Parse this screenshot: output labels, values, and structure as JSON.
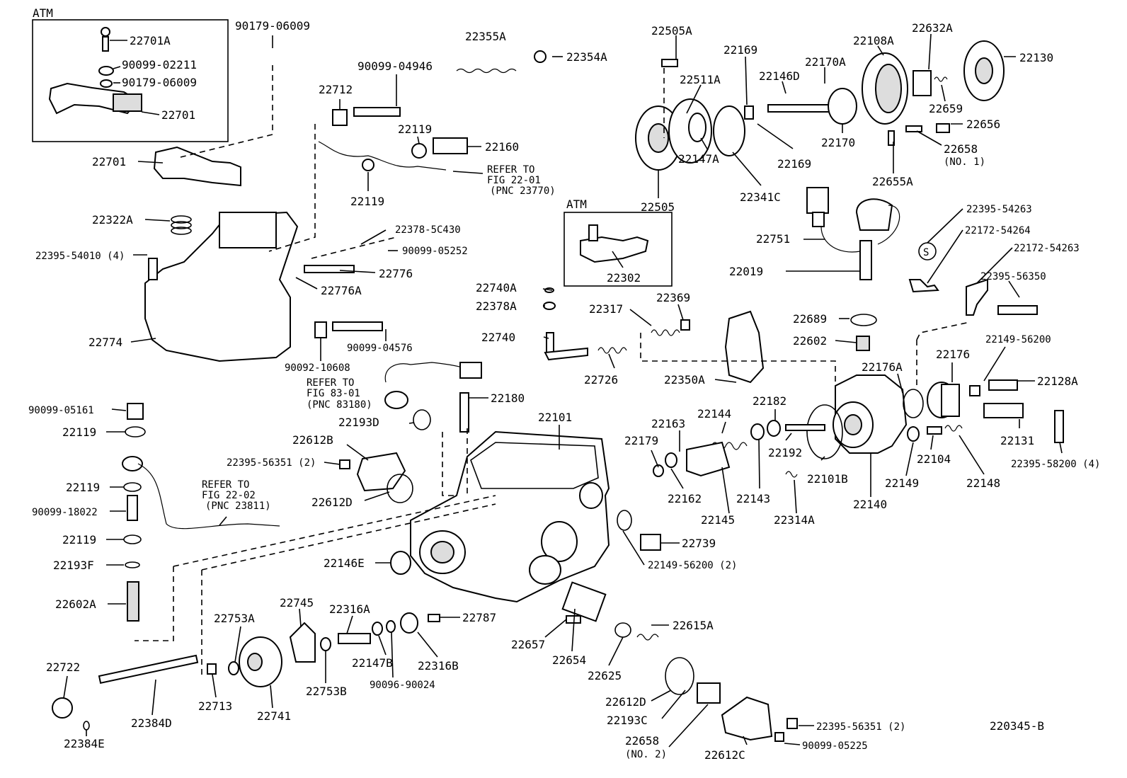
{
  "diagram_id": "220345-B",
  "insets": {
    "atm_top": "ATM",
    "atm_mid": "ATM"
  },
  "labels": {
    "p22701A": "22701A",
    "p9009902211": "90099-02211",
    "p9017906009_inset": "90179-06009",
    "p22701_inset": "22701",
    "p9017906009": "90179-06009",
    "p22701": "22701",
    "p22322A": "22322A",
    "p2239554010": "22395-54010 (4)",
    "p22774": "22774",
    "p22355A": "22355A",
    "p22354A": "22354A",
    "p9009904946": "90099-04946",
    "p22712": "22712",
    "p22119_a": "22119",
    "p22160": "22160",
    "p22119_b": "22119",
    "ref2201_a": "REFER TO",
    "ref2201_b": "FIG 22-01",
    "ref2201_c": "(PNC 23770)",
    "p223785C430": "22378-5C430",
    "p9009905252": "90099-05252",
    "p22776": "22776",
    "p22776A": "22776A",
    "p90092_10608": "90092-10608",
    "p9009904576": "90099-04576",
    "ref8301_a": "REFER TO",
    "ref8301_b": "FIG 83-01",
    "ref8301_c": "(PNC 83180)",
    "p22180": "22180",
    "p22193D": "22193D",
    "p22612B": "22612B",
    "p2239556351_a": "22395-56351 (2)",
    "p22612D_a": "22612D",
    "p9009905161": "90099-05161",
    "p22119_c": "22119",
    "p22119_d": "22119",
    "p9009918022": "90099-18022",
    "p22119_e": "22119",
    "ref2202_a": "REFER TO",
    "ref2202_b": "FIG 22-02",
    "ref2202_c": "(PNC 23811)",
    "p22193F": "22193F",
    "p22602A": "22602A",
    "p22505A": "22505A",
    "p22169_a": "22169",
    "p22511A": "22511A",
    "p22146D": "22146D",
    "p22170A": "22170A",
    "p22108A": "22108A",
    "p22632A": "22632A",
    "p22130": "22130",
    "p22659": "22659",
    "p22656": "22656",
    "p22658_1": "22658",
    "p22658_1b": "(NO. 1)",
    "p22170": "22170",
    "p22169_b": "22169",
    "p22147A": "22147A",
    "p22341C": "22341C",
    "p22505": "22505",
    "p22655A": "22655A",
    "p22302": "22302",
    "p22751": "22751",
    "p22019": "22019",
    "p2239554263": "22395-54263",
    "p2217254264": "22172-54264",
    "p2217254263": "22172-54263",
    "p2239556350": "22395-56350",
    "p22740A": "22740A",
    "p22378A": "22378A",
    "p22317": "22317",
    "p22369": "22369",
    "p22740": "22740",
    "p22726": "22726",
    "p22689": "22689",
    "p22602": "22602",
    "p2214956200_a": "22149-56200",
    "p22350A": "22350A",
    "p22176A": "22176A",
    "p22176": "22176",
    "p22128A": "22128A",
    "p22101": "22101",
    "p22163": "22163",
    "p22144": "22144",
    "p22182": "22182",
    "p22179": "22179",
    "p22192": "22192",
    "p22162": "22162",
    "p22145": "22145",
    "p22143": "22143",
    "p22101B": "22101B",
    "p22140": "22140",
    "p22149": "22149",
    "p22104": "22104",
    "p22148": "22148",
    "p22131": "22131",
    "p2239558200": "22395-58200 (4)",
    "p22314A": "22314A",
    "p22739": "22739",
    "p2214956200_b": "22149-56200 (2)",
    "p22146E": "22146E",
    "p22745": "22745",
    "p22753A": "22753A",
    "p22316A": "22316A",
    "p22787": "22787",
    "p22615A": "22615A",
    "p22657": "22657",
    "p22654": "22654",
    "p22625": "22625",
    "p22147B": "22147B",
    "p22316B": "22316B",
    "p9009690024": "90096-90024",
    "p22753B": "22753B",
    "p22741": "22741",
    "p22713": "22713",
    "p22722": "22722",
    "p22384D": "22384D",
    "p22384E": "22384E",
    "p22612D_b": "22612D",
    "p22193C": "22193C",
    "p22658_2": "22658",
    "p22658_2b": "(NO. 2)",
    "p22612C": "22612C",
    "p2239556351_b": "22395-56351 (2)",
    "p9009905225": "90099-05225"
  }
}
